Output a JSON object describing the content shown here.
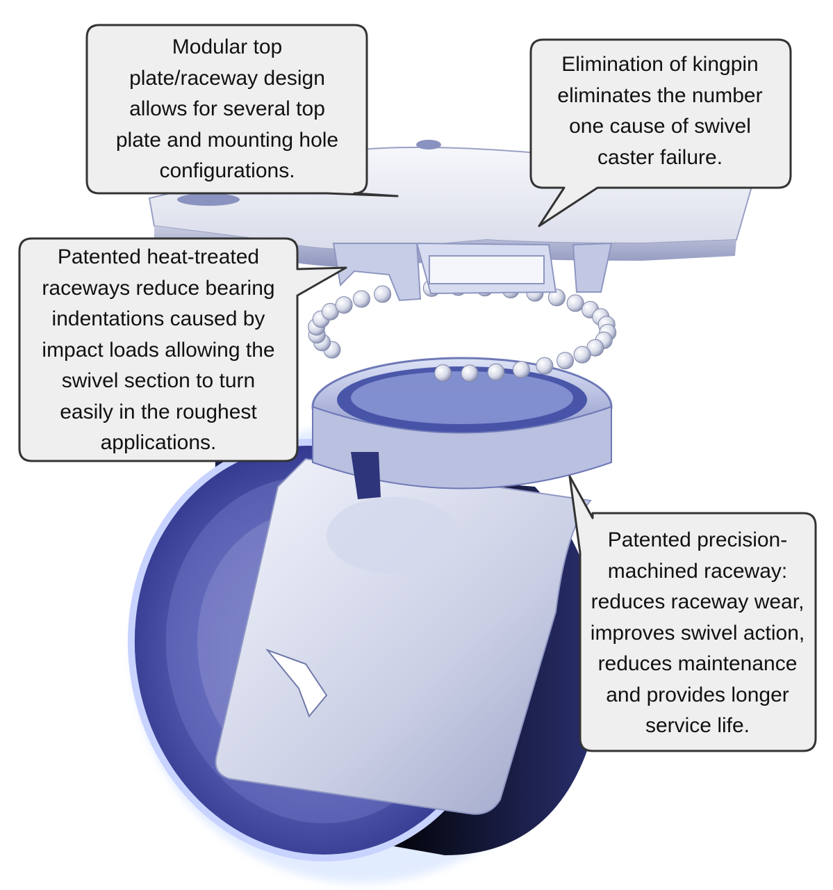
{
  "callouts": [
    {
      "id": "top_plate",
      "text": "Modular top\nplate/raceway design\nallows for several top\nplate and mounting hole\nconfigurations."
    },
    {
      "id": "kingpin",
      "text": "Elimination of kingpin\neliminates the number\none cause of swivel\ncaster failure."
    },
    {
      "id": "heat_treated",
      "text": "Patented heat-treated\nraceways reduce bearing\nindentations caused by\nimpact loads allowing the\nswivel section to turn\neasily in the roughest\napplications."
    },
    {
      "id": "precision",
      "text": "Patented precision-\nmachined raceway:\nreduces raceway wear,\nimproves swivel action,\nreduces maintenance\nand provides longer\nservice life."
    }
  ],
  "colors": {
    "callout_fill": "#efefef",
    "callout_border": "#333333",
    "wheel_blue": "#3d45a0",
    "metal_light": "#e4e8f4",
    "metal_mid": "#b8bed8",
    "glow": "#d8e6ff"
  }
}
